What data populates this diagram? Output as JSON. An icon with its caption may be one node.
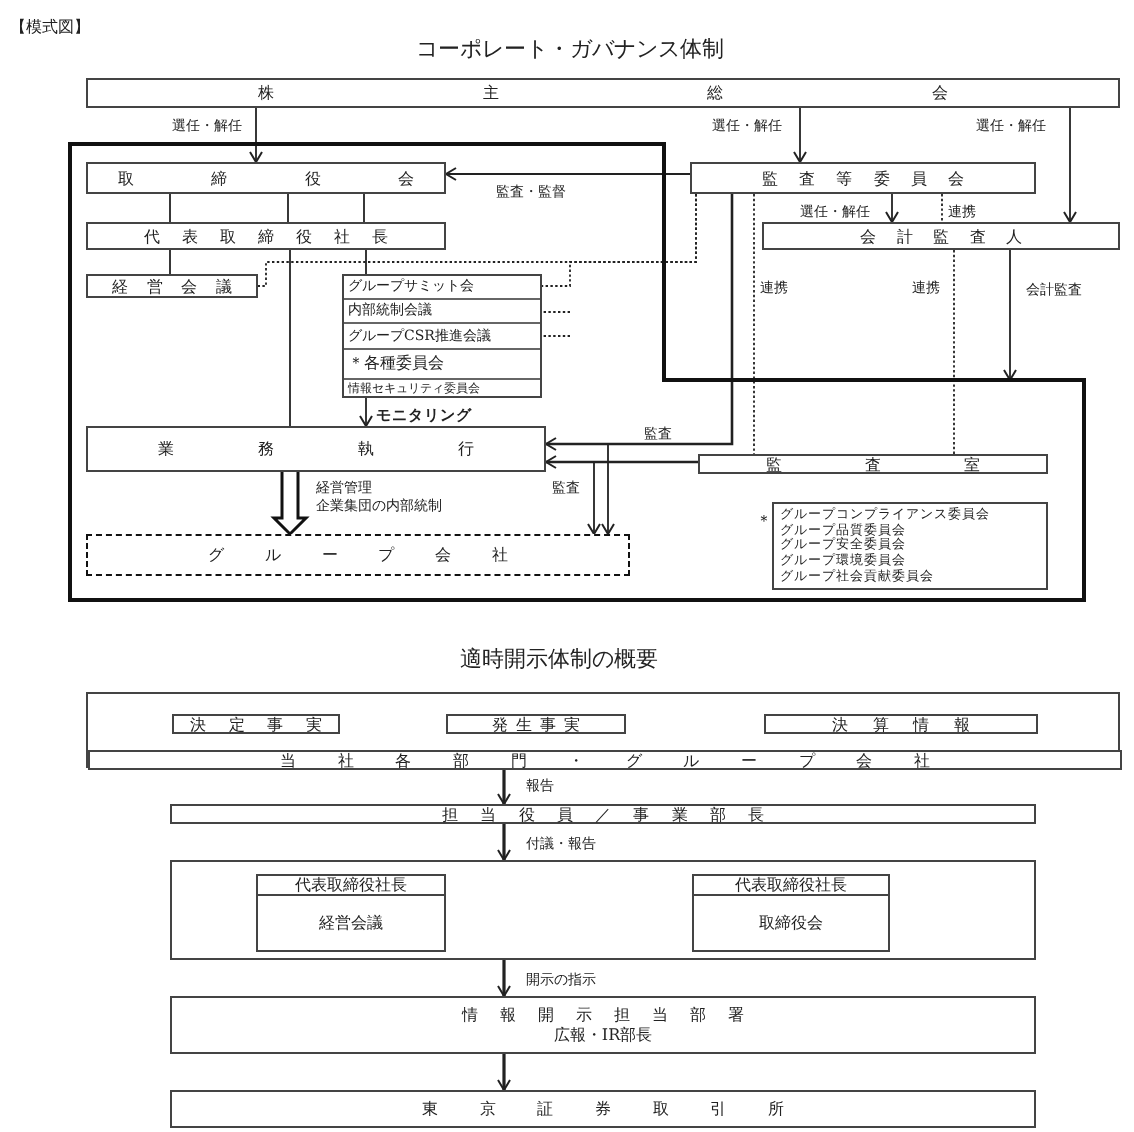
{
  "diagram": {
    "title": "コーポレート・ガバナンス体制",
    "nodes": [
      {
        "text": [
          "株主総会"
        ]
      },
      {
        "text": [],
        "shape": "box"
      },
      {
        "text": [
          "取締役会"
        ],
        "in": 1
      },
      {
        "text": [
          "監査等委員会"
        ]
      },
      {
        "text": [
          "代表取締役社長"
        ],
        "in": 1
      },
      {
        "text": [
          "会計監査人"
        ]
      },
      {
        "text": [
          "経営会議"
        ],
        "in": 1
      },
      {
        "text": [
          "グループサミット会",
          "内部統制会議",
          "グループCSR推進会議",
          "＊各種委員会",
          "情報セキュリティ委員会"
        ],
        "in": 1
      },
      {
        "text": [
          "業務執行"
        ],
        "in": 1
      },
      {
        "text": [
          "監査室"
        ],
        "in": 1
      },
      {
        "text": [
          "グループ会社"
        ],
        "in": 1
      },
      {
        "text": [
          "＊",
          "グループコンプライアンス委員会",
          "グループ品質委員会",
          "グループ安全委員会",
          "グループ環境委員会",
          "グループ社会貢献委員会"
        ],
        "in": 1
      },
      {
        "text": [],
        "shape": "box"
      },
      {
        "text": [
          "決定事実"
        ],
        "in": 12
      },
      {
        "text": [
          "発生事実"
        ],
        "in": 12
      },
      {
        "text": [
          "決算情報"
        ],
        "in": 12
      },
      {
        "text": [
          "当社各部門・グループ会社"
        ],
        "in": 12
      },
      {
        "text": [
          "担当役員／事業部長"
        ]
      },
      {
        "text": [],
        "shape": "box"
      },
      {
        "text": [
          "代表取締役社長",
          "経営会議"
        ],
        "in": 18
      },
      {
        "text": [
          "代表取締役社長",
          "取締役会"
        ],
        "in": 18
      },
      {
        "text": [
          "情報開示担当部署",
          "広報・IR部長"
        ]
      },
      {
        "text": [
          "東京証券取引所"
        ]
      }
    ],
    "edges": [
      {
        "from": 0,
        "to": 2,
        "arrow": "to",
        "label": "選任・解任"
      },
      {
        "from": 0,
        "to": 3,
        "arrow": "to",
        "label": "選任・解任"
      },
      {
        "from": 0,
        "to": 5,
        "arrow": "to",
        "label": "選任・解任"
      },
      {
        "from": 3,
        "to": 2,
        "arrow": "to",
        "label": "監査・監督"
      },
      {
        "from": 3,
        "to": 5,
        "arrow": "to",
        "label": "選任・解任"
      },
      {
        "from": 3,
        "to": 5,
        "arrow": "none",
        "style": "dashed",
        "label": "連携"
      },
      {
        "from": 2,
        "to": 4,
        "arrow": "none"
      },
      {
        "from": 2,
        "to": 4,
        "arrow": "none"
      },
      {
        "from": 2,
        "to": 4,
        "arrow": "none"
      },
      {
        "from": 4,
        "to": 6,
        "arrow": "none"
      },
      {
        "from": 4,
        "to": 8,
        "arrow": "none"
      },
      {
        "from": 4,
        "to": 7,
        "arrow": "none"
      },
      {
        "from": 7,
        "to": 8,
        "arrow": "to",
        "label": "モニタリング"
      },
      {
        "from": 3,
        "to": 8,
        "arrow": "to",
        "label": "監査"
      },
      {
        "from": 9,
        "to": 8,
        "arrow": "to"
      },
      {
        "from": 3,
        "to": 10,
        "arrow": "to"
      },
      {
        "from": 9,
        "to": 10,
        "arrow": "to",
        "label": "監査"
      },
      {
        "from": 8,
        "to": 10,
        "arrow": "to",
        "style": "thick",
        "label": "経営管理"
      },
      {
        "from": 3,
        "to": 9,
        "arrow": "none",
        "style": "dashed",
        "label": "連携"
      },
      {
        "from": 5,
        "to": 9,
        "arrow": "none",
        "style": "dashed",
        "label": "連携"
      },
      {
        "from": 5,
        "to": 1,
        "arrow": "to",
        "label": "会計監査"
      },
      {
        "from": 3,
        "to": 6,
        "arrow": "none",
        "style": "dashed"
      },
      {
        "from": 3,
        "to": 7,
        "arrow": "none",
        "style": "dashed"
      },
      {
        "from": 16,
        "to": 17,
        "arrow": "to",
        "label": "報告"
      },
      {
        "from": 17,
        "to": 18,
        "arrow": "to",
        "label": "付議・報告"
      },
      {
        "from": 18,
        "to": 21,
        "arrow": "to",
        "label": "開示の指示"
      },
      {
        "from": 21,
        "to": 22,
        "arrow": "to"
      }
    ],
    "labels": [
      "【模式図】",
      "企業集団の内部統制",
      "適時開示体制の概要"
    ]
  }
}
